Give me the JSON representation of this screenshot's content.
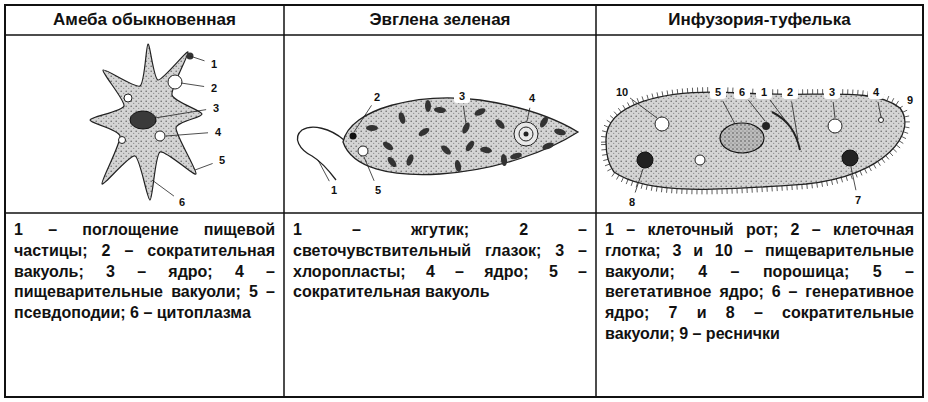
{
  "diagram": {
    "nodes": [
      {
        "text": [
          "Амеба обыкновенная"
        ]
      },
      {
        "text": [
          "Эвглена зеленая"
        ]
      },
      {
        "text": [
          "Инфузория-туфелька"
        ]
      },
      {
        "text": [
          "1 – поглощение пищевой частицы; 2 – сократительная вакуоль; 3 – ядро; 4 – пищеварительные вакуоли; 5 – псевдоподии; 6 – цитоплазма"
        ]
      },
      {
        "text": [
          "1 – жгутик; 2 – светочувствительный глазок; 3 – хлоропласты; 4 – ядро; 5 – сократительная вакуоль"
        ]
      },
      {
        "text": [
          "1 – клеточный рот; 2 – клеточная глотка; 3 и 10 – пищеварительные вакуоли; 4 – порошица; 5 – вегетативное ядро; 6 – генеративное ядро; 7 и 8 – сократительные вакуоли; 9 – реснички"
        ]
      }
    ],
    "labels": [
      "1",
      "2",
      "3",
      "4",
      "5",
      "6",
      "1",
      "2",
      "3",
      "4",
      "5",
      "1",
      "2",
      "3",
      "4",
      "5",
      "6",
      "7",
      "8",
      "9",
      "10"
    ]
  }
}
